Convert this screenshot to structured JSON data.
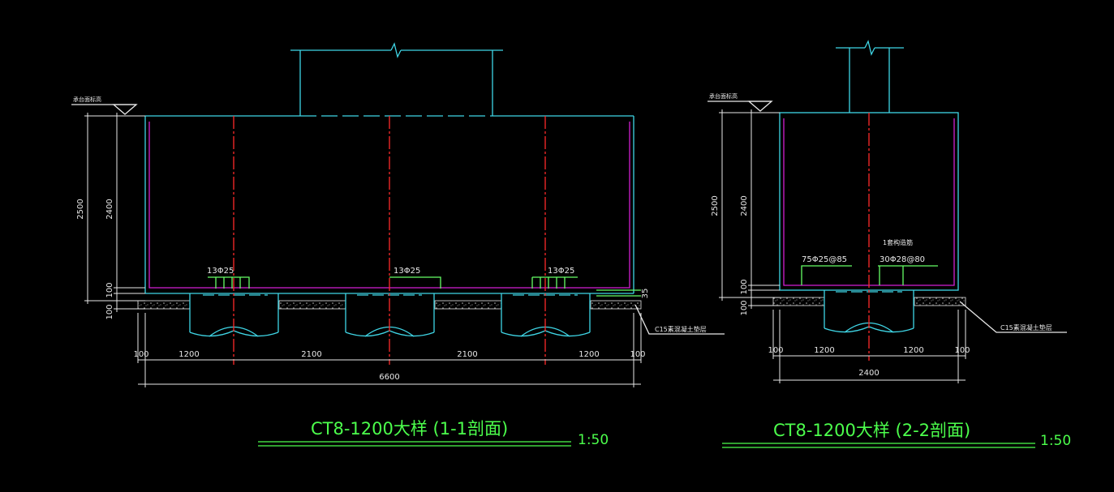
{
  "section_1": {
    "title": "CT8-1200大样 (1-1剖面)",
    "scale": "1:50",
    "elev_label": "承台面标高",
    "dim_total_height": "2500",
    "dim_inner_height": "2400",
    "dim_bottom_100": "100",
    "dim_cushion_100": "100",
    "dim_35": "35",
    "rebar_1": "13Φ25",
    "rebar_2": "13Φ25",
    "rebar_3": "13Φ25",
    "cushion_note": "C15素混凝土垫层",
    "dims_bottom": [
      "100",
      "1200",
      "2100",
      "2100",
      "1200",
      "100"
    ],
    "dim_overall": "6600"
  },
  "section_2": {
    "title": "CT8-1200大样 (2-2剖面)",
    "scale": "1:50",
    "elev_label": "承台面标高",
    "dim_total_height": "2500",
    "dim_inner_height": "2400",
    "dim_bottom_100": "100",
    "dim_cushion_100": "100",
    "rebar_note": "1套构造筋",
    "rebar_1": "75Φ25@85",
    "rebar_2": "30Φ28@80",
    "cushion_note": "C15素混凝土垫层",
    "dims_bottom": [
      "100",
      "1200",
      "1200",
      "100"
    ],
    "dim_overall": "2400"
  },
  "colors": {
    "concrete_outline": "#3fd6e6",
    "reinforcement": "#d21fd2",
    "centerline": "#ff2a2a",
    "rebar_leader": "#66ff66",
    "title_text": "#4cff4c",
    "dimension": "#e8e8e8"
  }
}
